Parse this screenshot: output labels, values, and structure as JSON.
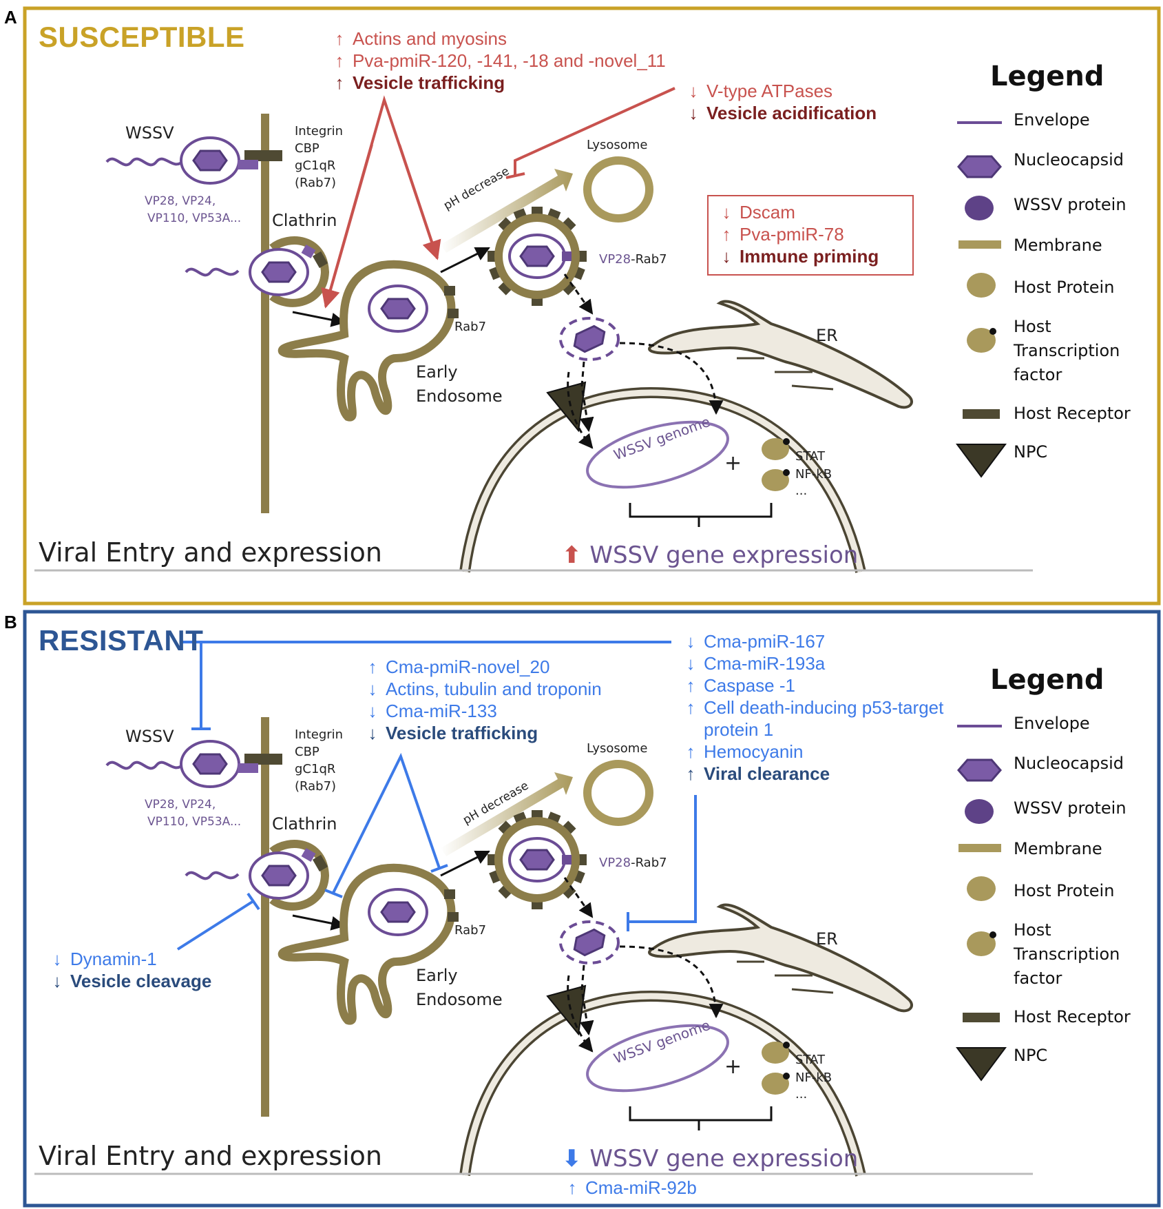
{
  "panels": {
    "a": {
      "letter": "A",
      "title": "SUSCEPTIBLE",
      "subtitle": "Viral Entry and expression",
      "regulation_top": [
        {
          "dir": "up",
          "text": "Actins and myosins",
          "bold": false
        },
        {
          "dir": "up",
          "text": "Pva-pmiR-120, -141, -18 and -novel_11",
          "bold": false
        },
        {
          "dir": "up",
          "text": "Vesicle trafficking",
          "bold": true
        }
      ],
      "regulation_right": [
        {
          "dir": "down",
          "text": "V-type ATPases",
          "bold": false
        },
        {
          "dir": "down",
          "text": "Vesicle acidification",
          "bold": true
        }
      ],
      "regulation_box": [
        {
          "dir": "down",
          "text": "Dscam",
          "bold": false
        },
        {
          "dir": "up",
          "text": "Pva-pmiR-78",
          "bold": false
        },
        {
          "dir": "down",
          "text": "Immune priming",
          "bold": true
        }
      ],
      "gene_expression": {
        "dir": "up",
        "text": "WSSV gene expression"
      }
    },
    "b": {
      "letter": "B",
      "title": "RESISTANT",
      "subtitle": "Viral Entry and expression",
      "regulation_top": [
        {
          "dir": "up",
          "text": "Cma-pmiR-novel_20",
          "bold": false
        },
        {
          "dir": "down",
          "text": "Actins, tubulin and troponin",
          "bold": false
        },
        {
          "dir": "down",
          "text": "Cma-miR-133",
          "bold": false
        },
        {
          "dir": "down",
          "text": "Vesicle trafficking",
          "bold": true
        }
      ],
      "regulation_right": [
        {
          "dir": "down",
          "text": "Cma-pmiR-167",
          "bold": false
        },
        {
          "dir": "down",
          "text": "Cma-miR-193a",
          "bold": false
        },
        {
          "dir": "up",
          "text": "Caspase -1",
          "bold": false
        },
        {
          "dir": "up",
          "text": "Cell death-inducing p53-target",
          "bold": false
        },
        {
          "dir": "none",
          "text": "protein 1",
          "bold": false
        },
        {
          "dir": "up",
          "text": "Hemocyanin",
          "bold": false
        },
        {
          "dir": "up",
          "text": "Viral clearance",
          "bold": true
        }
      ],
      "regulation_left": [
        {
          "dir": "down",
          "text": "Dynamin-1",
          "bold": false
        },
        {
          "dir": "down",
          "text": "Vesicle cleavage",
          "bold": true
        }
      ],
      "gene_expression": {
        "dir": "down",
        "text": "WSSV gene expression"
      },
      "bottom_note": {
        "dir": "up",
        "text": "Cma-miR-92b"
      }
    }
  },
  "common": {
    "wssv": "WSSV",
    "viral_proteins_line1": "VP28, VP24,",
    "viral_proteins_line2": "VP110, VP53A...",
    "receptors": [
      "Integrin",
      "CBP",
      "gC1qR",
      "(Rab7)"
    ],
    "clathrin": "Clathrin",
    "rab7": "Rab7",
    "early_endosome_1": "Early",
    "early_endosome_2": "Endosome",
    "lysosome": "Lysosome",
    "ph_decrease": "pH decrease",
    "vp28": "VP28",
    "vp28_rab7": "-Rab7",
    "er": "ER",
    "genome": "WSSV genome",
    "plus": "+",
    "tf": [
      "STAT",
      "NF-kB",
      "..."
    ]
  },
  "legend": {
    "title": "Legend",
    "items": [
      "Envelope",
      "Nucleocapsid",
      "WSSV protein",
      "Membrane",
      "Host Protein",
      "Host",
      "Transcription",
      "factor",
      "Host Receptor",
      "NPC"
    ]
  },
  "colors": {
    "susceptible_frame": "#C9A227",
    "resistant_frame": "#2D5694",
    "membrane": "#8C7D4A",
    "virus": "#7B5BA6",
    "receptor": "#4F4A33",
    "up_red": "#C8524E",
    "down_blue": "#3D7AE8"
  }
}
